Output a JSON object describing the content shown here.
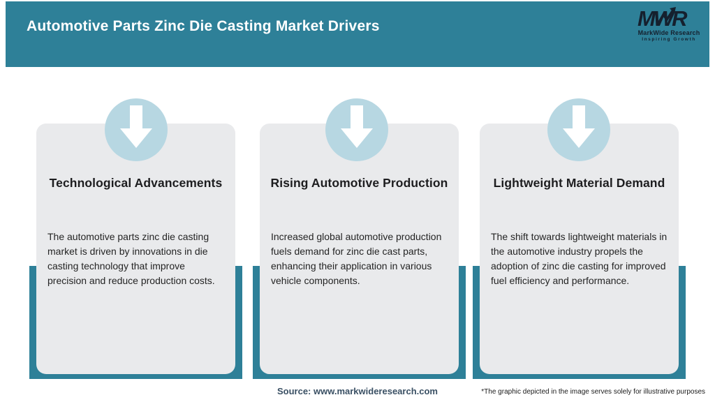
{
  "header": {
    "title": "Automotive Parts Zinc Die Casting Market Drivers",
    "logo": {
      "acronym": "MWR",
      "name": "MarkWide Research",
      "tagline": "Inspiring Growth"
    }
  },
  "cards": [
    {
      "icon": "arrow-down-icon",
      "title": "Technological Advancements",
      "body": "The automotive parts zinc die casting market is driven by innovations in die casting technology that improve precision and reduce production costs."
    },
    {
      "icon": "arrow-down-icon",
      "title": "Rising Automotive Production",
      "body": "Increased global automotive production fuels demand for zinc die cast parts, enhancing their application in various vehicle components."
    },
    {
      "icon": "arrow-down-icon",
      "title": "Lightweight Material Demand",
      "body": "The shift towards lightweight materials in the automotive industry propels the adoption of zinc die casting for improved fuel efficiency and performance."
    }
  ],
  "footer": {
    "source": "Source: www.markwideresearch.com",
    "disclaimer": "*The graphic depicted in the image serves solely for illustrative purposes"
  },
  "colors": {
    "teal": "#2e8098",
    "card_gray": "#e9eaec",
    "badge_blue": "#b7d7e2",
    "logo_navy": "#15202e",
    "source_text": "#3a5064"
  }
}
